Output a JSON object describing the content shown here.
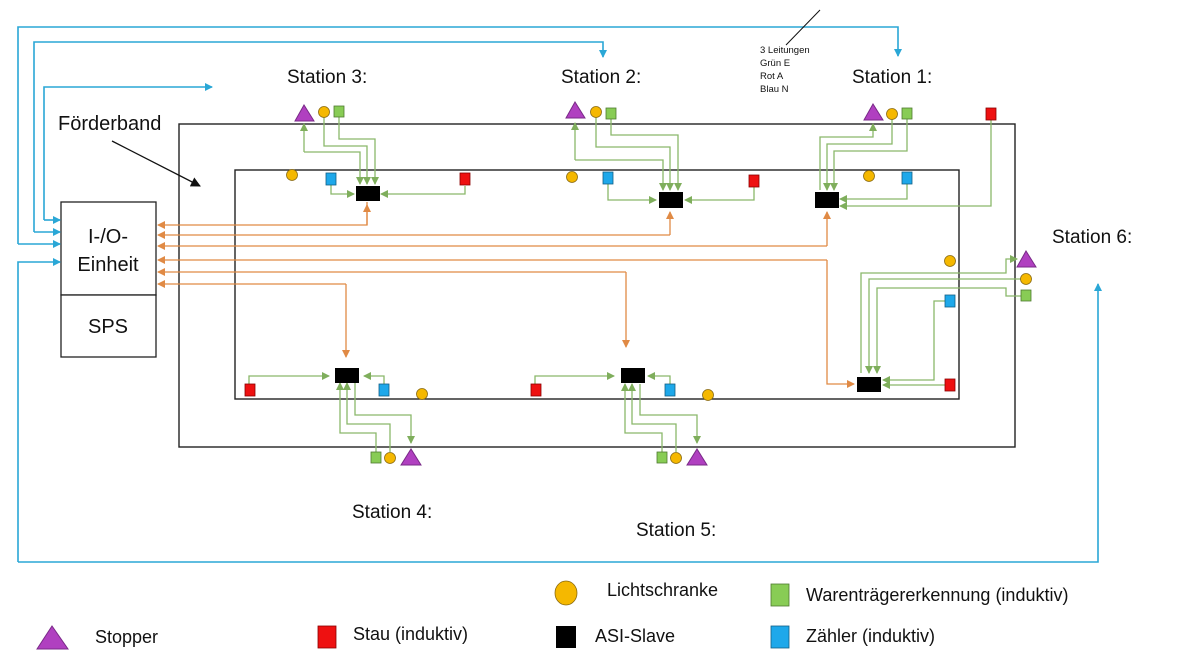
{
  "diagram": {
    "stations": [
      {
        "id": "station-1",
        "label": "Station 1:"
      },
      {
        "id": "station-2",
        "label": "Station 2:"
      },
      {
        "id": "station-3",
        "label": "Station 3:"
      },
      {
        "id": "station-4",
        "label": "Station 4:"
      },
      {
        "id": "station-5",
        "label": "Station 5:"
      },
      {
        "id": "station-6",
        "label": "Station 6:"
      }
    ],
    "conveyor_label": "Förderband",
    "io_unit": {
      "line1": "I-/O-",
      "line2": "Einheit"
    },
    "plc_label": "SPS",
    "cable_note": [
      "3 Leitungen",
      "Grün E",
      "Rot A",
      "Blau N"
    ]
  },
  "legend": {
    "stopper": "Stopper",
    "stau": "Stau (induktiv)",
    "lichtschranke": "Lichtschranke",
    "asi_slave": "ASI-Slave",
    "warentraeger": "Warenträgererkennung (induktiv)",
    "zaehler": "Zähler (induktiv)"
  },
  "colors": {
    "stopper": "#b040c0",
    "stau": "#ee1111",
    "lichtschranke": "#f5b800",
    "asi_slave": "#000000",
    "warentraeger": "#88cc55",
    "zaehler": "#1ea8ea",
    "blue_line": "#2aa7d6",
    "orange_line": "#e08a45",
    "green_line": "#8ab86a"
  }
}
